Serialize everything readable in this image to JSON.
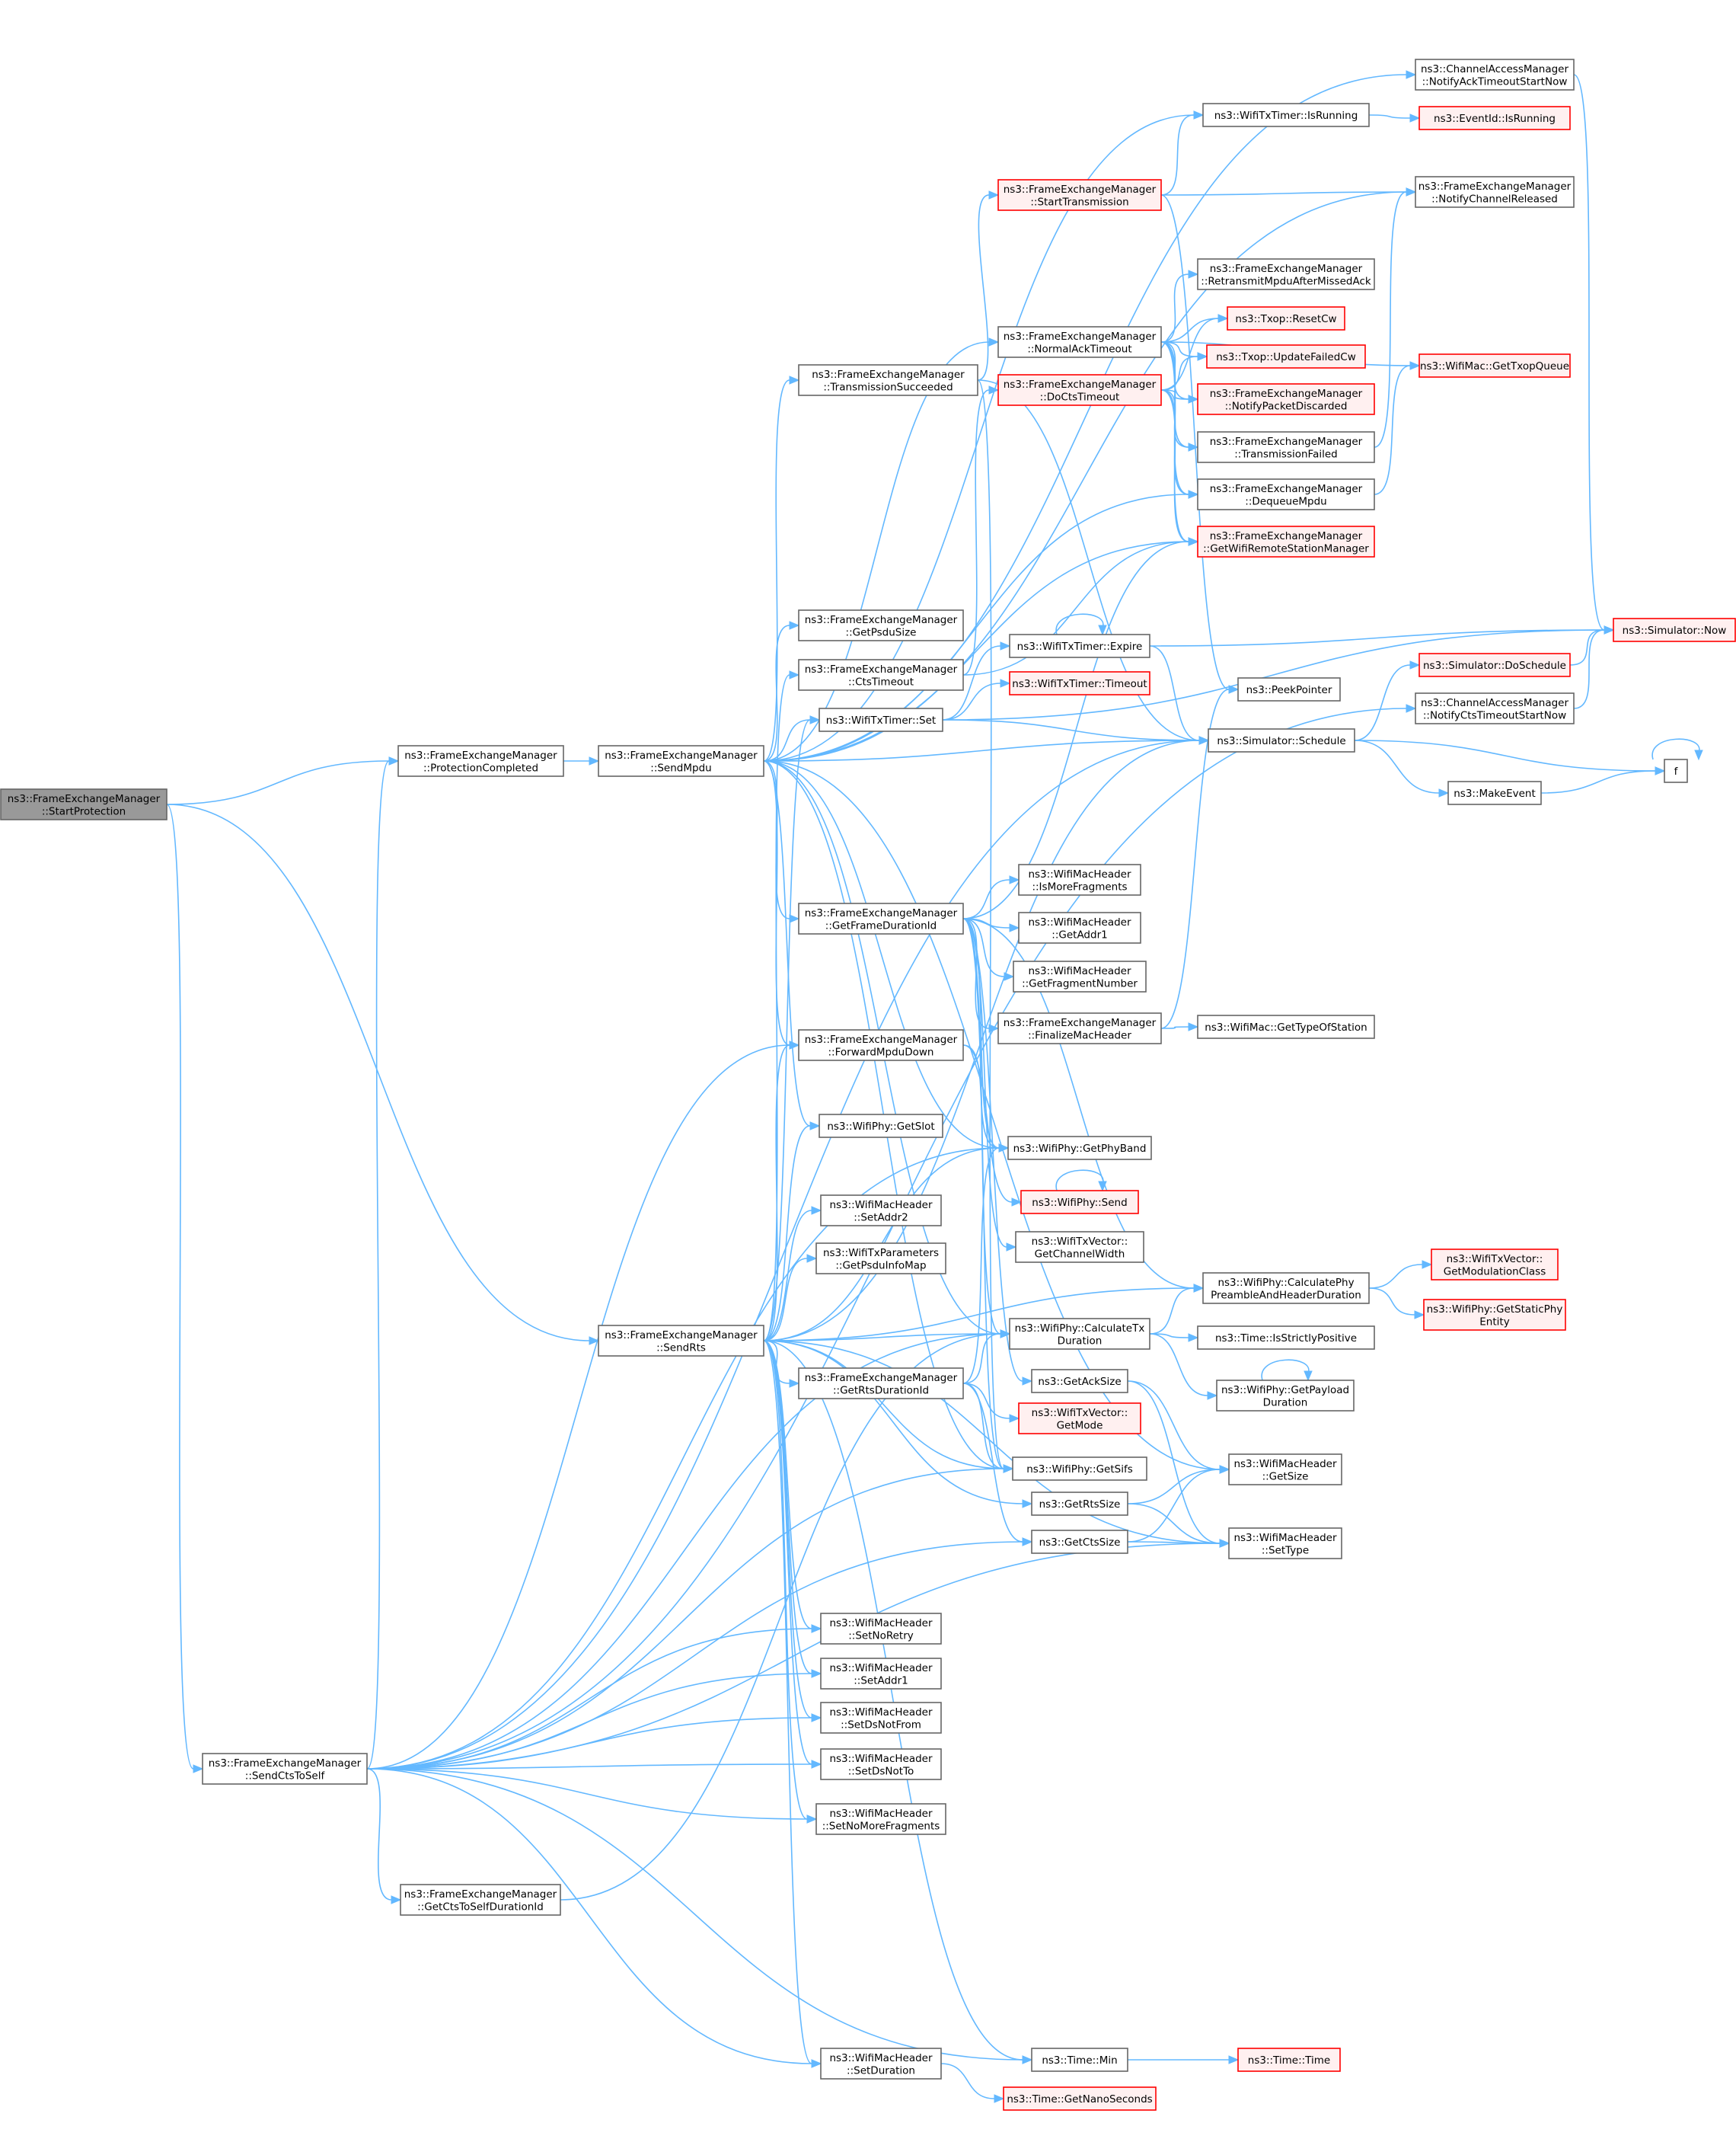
{
  "colors": {
    "edge": "#63b8ff",
    "node_fill": "#ffffff",
    "node_stroke": "#666666",
    "focus_fill": "#999999",
    "focus_stroke": "#666666",
    "red_fill": "#fff0f0",
    "red_stroke": "#ff0000"
  },
  "nodes": [
    {
      "id": "start_protection",
      "lines": [
        "ns3::FrameExchangeManager",
        "::StartProtection"
      ],
      "style": "focus"
    },
    {
      "id": "protection_completed",
      "lines": [
        "ns3::FrameExchangeManager",
        "::ProtectionCompleted"
      ],
      "style": "normal"
    },
    {
      "id": "send_mpdu",
      "lines": [
        "ns3::FrameExchangeManager",
        "::SendMpdu"
      ],
      "style": "normal"
    },
    {
      "id": "send_rts",
      "lines": [
        "ns3::FrameExchangeManager",
        "::SendRts"
      ],
      "style": "normal"
    },
    {
      "id": "send_cts_to_self",
      "lines": [
        "ns3::FrameExchangeManager",
        "::SendCtsToSelf"
      ],
      "style": "normal"
    },
    {
      "id": "transmission_succeeded",
      "lines": [
        "ns3::FrameExchangeManager",
        "::TransmissionSucceeded"
      ],
      "style": "normal"
    },
    {
      "id": "get_psdu_size",
      "lines": [
        "ns3::FrameExchangeManager",
        "::GetPsduSize"
      ],
      "style": "normal"
    },
    {
      "id": "cts_timeout",
      "lines": [
        "ns3::FrameExchangeManager",
        "::CtsTimeout"
      ],
      "style": "normal"
    },
    {
      "id": "wifi_tx_timer_set",
      "lines": [
        "ns3::WifiTxTimer::Set"
      ],
      "style": "normal"
    },
    {
      "id": "get_frame_duration_id",
      "lines": [
        "ns3::FrameExchangeManager",
        "::GetFrameDurationId"
      ],
      "style": "normal"
    },
    {
      "id": "forward_mpdu_down",
      "lines": [
        "ns3::FrameExchangeManager",
        "::ForwardMpduDown"
      ],
      "style": "normal"
    },
    {
      "id": "get_slot",
      "lines": [
        "ns3::WifiPhy::GetSlot"
      ],
      "style": "normal"
    },
    {
      "id": "set_addr2",
      "lines": [
        "ns3::WifiMacHeader",
        "::SetAddr2"
      ],
      "style": "normal"
    },
    {
      "id": "get_psdu_info_map",
      "lines": [
        "ns3::WifiTxParameters",
        "::GetPsduInfoMap"
      ],
      "style": "normal"
    },
    {
      "id": "get_rts_duration_id",
      "lines": [
        "ns3::FrameExchangeManager",
        "::GetRtsDurationId"
      ],
      "style": "normal"
    },
    {
      "id": "set_no_retry",
      "lines": [
        "ns3::WifiMacHeader",
        "::SetNoRetry"
      ],
      "style": "normal"
    },
    {
      "id": "set_addr1",
      "lines": [
        "ns3::WifiMacHeader",
        "::SetAddr1"
      ],
      "style": "normal"
    },
    {
      "id": "set_ds_not_from",
      "lines": [
        "ns3::WifiMacHeader",
        "::SetDsNotFrom"
      ],
      "style": "normal"
    },
    {
      "id": "set_ds_not_to",
      "lines": [
        "ns3::WifiMacHeader",
        "::SetDsNotTo"
      ],
      "style": "normal"
    },
    {
      "id": "set_no_more_fragments",
      "lines": [
        "ns3::WifiMacHeader",
        "::SetNoMoreFragments"
      ],
      "style": "normal"
    },
    {
      "id": "get_cts_to_self_duration_id",
      "lines": [
        "ns3::FrameExchangeManager",
        "::GetCtsToSelfDurationId"
      ],
      "style": "normal"
    },
    {
      "id": "set_duration",
      "lines": [
        "ns3::WifiMacHeader",
        "::SetDuration"
      ],
      "style": "normal"
    },
    {
      "id": "start_transmission",
      "lines": [
        "ns3::FrameExchangeManager",
        "::StartTransmission"
      ],
      "style": "red"
    },
    {
      "id": "normal_ack_timeout",
      "lines": [
        "ns3::FrameExchangeManager",
        "::NormalAckTimeout"
      ],
      "style": "normal"
    },
    {
      "id": "do_cts_timeout",
      "lines": [
        "ns3::FrameExchangeManager",
        "::DoCtsTimeout"
      ],
      "style": "red"
    },
    {
      "id": "wifi_tx_timer_expire",
      "lines": [
        "ns3::WifiTxTimer::Expire"
      ],
      "style": "normal"
    },
    {
      "id": "wifi_tx_timer_timeout",
      "lines": [
        "ns3::WifiTxTimer::Timeout"
      ],
      "style": "red"
    },
    {
      "id": "is_more_fragments",
      "lines": [
        "ns3::WifiMacHeader",
        "::IsMoreFragments"
      ],
      "style": "normal"
    },
    {
      "id": "get_addr1",
      "lines": [
        "ns3::WifiMacHeader",
        "::GetAddr1"
      ],
      "style": "normal"
    },
    {
      "id": "get_fragment_number",
      "lines": [
        "ns3::WifiMacHeader",
        "::GetFragmentNumber"
      ],
      "style": "normal"
    },
    {
      "id": "finalize_mac_header",
      "lines": [
        "ns3::FrameExchangeManager",
        "::FinalizeMacHeader"
      ],
      "style": "normal"
    },
    {
      "id": "get_phy_band",
      "lines": [
        "ns3::WifiPhy::GetPhyBand"
      ],
      "style": "normal"
    },
    {
      "id": "wifi_phy_send",
      "lines": [
        "ns3::WifiPhy::Send"
      ],
      "style": "red"
    },
    {
      "id": "get_channel_width",
      "lines": [
        "ns3::WifiTxVector::",
        "GetChannelWidth"
      ],
      "style": "normal"
    },
    {
      "id": "calculate_tx_duration",
      "lines": [
        "ns3::WifiPhy::CalculateTx",
        "Duration"
      ],
      "style": "normal"
    },
    {
      "id": "get_ack_size",
      "lines": [
        "ns3::GetAckSize"
      ],
      "style": "normal"
    },
    {
      "id": "get_mode",
      "lines": [
        "ns3::WifiTxVector::",
        "GetMode"
      ],
      "style": "red"
    },
    {
      "id": "get_sifs",
      "lines": [
        "ns3::WifiPhy::GetSifs"
      ],
      "style": "normal"
    },
    {
      "id": "get_rts_size",
      "lines": [
        "ns3::GetRtsSize"
      ],
      "style": "normal"
    },
    {
      "id": "get_cts_size",
      "lines": [
        "ns3::GetCtsSize"
      ],
      "style": "normal"
    },
    {
      "id": "time_min",
      "lines": [
        "ns3::Time::Min"
      ],
      "style": "normal"
    },
    {
      "id": "get_nano_seconds",
      "lines": [
        "ns3::Time::GetNanoSeconds"
      ],
      "style": "red"
    },
    {
      "id": "notify_ack_timeout_start_now",
      "lines": [
        "ns3::ChannelAccessManager",
        "::NotifyAckTimeoutStartNow"
      ],
      "style": "normal"
    },
    {
      "id": "tx_timer_is_running",
      "lines": [
        "ns3::WifiTxTimer::IsRunning"
      ],
      "style": "normal"
    },
    {
      "id": "notify_channel_released",
      "lines": [
        "ns3::FrameExchangeManager",
        "::NotifyChannelReleased"
      ],
      "style": "normal"
    },
    {
      "id": "retransmit_mpdu",
      "lines": [
        "ns3::FrameExchangeManager",
        "::RetransmitMpduAfterMissedAck"
      ],
      "style": "normal"
    },
    {
      "id": "txop_reset_cw",
      "lines": [
        "ns3::Txop::ResetCw"
      ],
      "style": "red"
    },
    {
      "id": "txop_update_failed_cw",
      "lines": [
        "ns3::Txop::UpdateFailedCw"
      ],
      "style": "red"
    },
    {
      "id": "notify_packet_discarded",
      "lines": [
        "ns3::FrameExchangeManager",
        "::NotifyPacketDiscarded"
      ],
      "style": "red"
    },
    {
      "id": "transmission_failed",
      "lines": [
        "ns3::FrameExchangeManager",
        "::TransmissionFailed"
      ],
      "style": "normal"
    },
    {
      "id": "dequeue_mpdu",
      "lines": [
        "ns3::FrameExchangeManager",
        "::DequeueMpdu"
      ],
      "style": "normal"
    },
    {
      "id": "get_remote_station_manager",
      "lines": [
        "ns3::FrameExchangeManager",
        "::GetWifiRemoteStationManager"
      ],
      "style": "red"
    },
    {
      "id": "peek_pointer",
      "lines": [
        "ns3::PeekPointer"
      ],
      "style": "normal"
    },
    {
      "id": "simulator_schedule",
      "lines": [
        "ns3::Simulator::Schedule"
      ],
      "style": "normal"
    },
    {
      "id": "get_type_of_station",
      "lines": [
        "ns3::WifiMac::GetTypeOfStation"
      ],
      "style": "normal"
    },
    {
      "id": "calc_preamble_header",
      "lines": [
        "ns3::WifiPhy::CalculatePhy",
        "PreambleAndHeaderDuration"
      ],
      "style": "normal"
    },
    {
      "id": "time_is_strictly_positive",
      "lines": [
        "ns3::Time::IsStrictlyPositive"
      ],
      "style": "normal"
    },
    {
      "id": "get_payload_duration",
      "lines": [
        "ns3::WifiPhy::GetPayload",
        "Duration"
      ],
      "style": "normal"
    },
    {
      "id": "header_get_size",
      "lines": [
        "ns3::WifiMacHeader",
        "::GetSize"
      ],
      "style": "normal"
    },
    {
      "id": "header_set_type",
      "lines": [
        "ns3::WifiMacHeader",
        "::SetType"
      ],
      "style": "normal"
    },
    {
      "id": "time_time",
      "lines": [
        "ns3::Time::Time"
      ],
      "style": "red"
    },
    {
      "id": "event_id_is_running",
      "lines": [
        "ns3::EventId::IsRunning"
      ],
      "style": "red"
    },
    {
      "id": "get_txop_queue",
      "lines": [
        "ns3::WifiMac::GetTxopQueue"
      ],
      "style": "red"
    },
    {
      "id": "simulator_do_schedule",
      "lines": [
        "ns3::Simulator::DoSchedule"
      ],
      "style": "red"
    },
    {
      "id": "notify_cts_timeout_start_now",
      "lines": [
        "ns3::ChannelAccessManager",
        "::NotifyCtsTimeoutStartNow"
      ],
      "style": "normal"
    },
    {
      "id": "make_event",
      "lines": [
        "ns3::MakeEvent"
      ],
      "style": "normal"
    },
    {
      "id": "get_modulation_class",
      "lines": [
        "ns3::WifiTxVector::",
        "GetModulationClass"
      ],
      "style": "red"
    },
    {
      "id": "get_static_phy_entity",
      "lines": [
        "ns3::WifiPhy::GetStaticPhy",
        "Entity"
      ],
      "style": "red"
    },
    {
      "id": "simulator_now",
      "lines": [
        "ns3::Simulator::Now"
      ],
      "style": "red"
    },
    {
      "id": "f",
      "lines": [
        "f"
      ],
      "style": "normal"
    }
  ],
  "edges": [
    [
      "start_protection",
      "protection_completed"
    ],
    [
      "start_protection",
      "send_rts"
    ],
    [
      "start_protection",
      "send_cts_to_self"
    ],
    [
      "protection_completed",
      "send_mpdu"
    ],
    [
      "send_mpdu",
      "notify_ack_timeout_start_now"
    ],
    [
      "send_mpdu",
      "tx_timer_is_running"
    ],
    [
      "send_mpdu",
      "notify_channel_released"
    ],
    [
      "send_mpdu",
      "normal_ack_timeout"
    ],
    [
      "send_mpdu",
      "transmission_succeeded"
    ],
    [
      "send_mpdu",
      "dequeue_mpdu"
    ],
    [
      "send_mpdu",
      "get_remote_station_manager"
    ],
    [
      "send_mpdu",
      "get_psdu_size"
    ],
    [
      "send_mpdu",
      "wifi_tx_timer_set"
    ],
    [
      "send_mpdu",
      "simulator_schedule"
    ],
    [
      "send_mpdu",
      "get_frame_duration_id"
    ],
    [
      "send_mpdu",
      "forward_mpdu_down"
    ],
    [
      "send_mpdu",
      "get_slot"
    ],
    [
      "send_mpdu",
      "get_phy_band"
    ],
    [
      "send_mpdu",
      "calculate_tx_duration"
    ],
    [
      "send_mpdu",
      "get_sifs"
    ],
    [
      "send_mpdu",
      "header_get_size"
    ],
    [
      "send_rts",
      "wifi_tx_timer_set"
    ],
    [
      "send_rts",
      "simulator_schedule"
    ],
    [
      "send_rts",
      "cts_timeout"
    ],
    [
      "send_rts",
      "forward_mpdu_down"
    ],
    [
      "send_rts",
      "get_slot"
    ],
    [
      "send_rts",
      "set_addr2"
    ],
    [
      "send_rts",
      "get_psdu_info_map"
    ],
    [
      "send_rts",
      "calc_preamble_header"
    ],
    [
      "send_rts",
      "calculate_tx_duration"
    ],
    [
      "send_rts",
      "get_rts_duration_id"
    ],
    [
      "send_rts",
      "get_sifs"
    ],
    [
      "send_rts",
      "get_rts_size"
    ],
    [
      "send_rts",
      "header_set_type"
    ],
    [
      "send_rts",
      "set_no_retry"
    ],
    [
      "send_rts",
      "set_addr1"
    ],
    [
      "send_rts",
      "set_ds_not_from"
    ],
    [
      "send_rts",
      "set_ds_not_to"
    ],
    [
      "send_rts",
      "set_no_more_fragments"
    ],
    [
      "send_rts",
      "set_duration"
    ],
    [
      "send_rts",
      "time_min"
    ],
    [
      "send_rts",
      "get_phy_band"
    ],
    [
      "send_cts_to_self",
      "protection_completed"
    ],
    [
      "send_cts_to_self",
      "simulator_schedule"
    ],
    [
      "send_cts_to_self",
      "notify_cts_timeout_start_now"
    ],
    [
      "send_cts_to_self",
      "forward_mpdu_down"
    ],
    [
      "send_cts_to_self",
      "get_phy_band"
    ],
    [
      "send_cts_to_self",
      "set_no_retry"
    ],
    [
      "send_cts_to_self",
      "set_addr1"
    ],
    [
      "send_cts_to_self",
      "set_ds_not_from"
    ],
    [
      "send_cts_to_self",
      "set_ds_not_to"
    ],
    [
      "send_cts_to_self",
      "set_no_more_fragments"
    ],
    [
      "send_cts_to_self",
      "get_cts_to_self_duration_id"
    ],
    [
      "send_cts_to_self",
      "set_duration"
    ],
    [
      "send_cts_to_self",
      "time_min"
    ],
    [
      "send_cts_to_self",
      "calculate_tx_duration"
    ],
    [
      "send_cts_to_self",
      "get_sifs"
    ],
    [
      "send_cts_to_self",
      "get_cts_size"
    ],
    [
      "send_cts_to_self",
      "header_set_type"
    ],
    [
      "transmission_succeeded",
      "start_transmission"
    ],
    [
      "transmission_succeeded",
      "simulator_schedule"
    ],
    [
      "transmission_succeeded",
      "get_sifs"
    ],
    [
      "start_transmission",
      "tx_timer_is_running"
    ],
    [
      "start_transmission",
      "notify_channel_released"
    ],
    [
      "start_transmission",
      "peek_pointer"
    ],
    [
      "normal_ack_timeout",
      "retransmit_mpdu"
    ],
    [
      "normal_ack_timeout",
      "txop_reset_cw"
    ],
    [
      "normal_ack_timeout",
      "txop_update_failed_cw"
    ],
    [
      "normal_ack_timeout",
      "notify_packet_discarded"
    ],
    [
      "normal_ack_timeout",
      "transmission_failed"
    ],
    [
      "normal_ack_timeout",
      "dequeue_mpdu"
    ],
    [
      "normal_ack_timeout",
      "get_remote_station_manager"
    ],
    [
      "normal_ack_timeout",
      "get_txop_queue"
    ],
    [
      "do_cts_timeout",
      "txop_reset_cw"
    ],
    [
      "do_cts_timeout",
      "txop_update_failed_cw"
    ],
    [
      "do_cts_timeout",
      "notify_packet_discarded"
    ],
    [
      "do_cts_timeout",
      "transmission_failed"
    ],
    [
      "do_cts_timeout",
      "dequeue_mpdu"
    ],
    [
      "do_cts_timeout",
      "get_remote_station_manager"
    ],
    [
      "transmission_failed",
      "notify_channel_released"
    ],
    [
      "dequeue_mpdu",
      "get_txop_queue"
    ],
    [
      "cts_timeout",
      "do_cts_timeout"
    ],
    [
      "cts_timeout",
      "get_remote_station_manager"
    ],
    [
      "wifi_tx_timer_set",
      "wifi_tx_timer_expire"
    ],
    [
      "wifi_tx_timer_set",
      "wifi_tx_timer_timeout"
    ],
    [
      "wifi_tx_timer_set",
      "simulator_schedule"
    ],
    [
      "wifi_tx_timer_set",
      "simulator_now"
    ],
    [
      "wifi_tx_timer_expire",
      "wifi_tx_timer_expire"
    ],
    [
      "wifi_tx_timer_expire",
      "simulator_now"
    ],
    [
      "wifi_tx_timer_expire",
      "simulator_schedule"
    ],
    [
      "tx_timer_is_running",
      "event_id_is_running"
    ],
    [
      "notify_ack_timeout_start_now",
      "simulator_now"
    ],
    [
      "notify_cts_timeout_start_now",
      "simulator_now"
    ],
    [
      "simulator_schedule",
      "simulator_do_schedule"
    ],
    [
      "simulator_schedule",
      "make_event"
    ],
    [
      "simulator_schedule",
      "f"
    ],
    [
      "simulator_do_schedule",
      "simulator_now"
    ],
    [
      "make_event",
      "f"
    ],
    [
      "f",
      "f"
    ],
    [
      "get_frame_duration_id",
      "is_more_fragments"
    ],
    [
      "get_frame_duration_id",
      "get_addr1"
    ],
    [
      "get_frame_duration_id",
      "get_fragment_number"
    ],
    [
      "get_frame_duration_id",
      "finalize_mac_header"
    ],
    [
      "get_frame_duration_id",
      "get_phy_band"
    ],
    [
      "get_frame_duration_id",
      "calc_preamble_header"
    ],
    [
      "get_frame_duration_id",
      "calculate_tx_duration"
    ],
    [
      "get_frame_duration_id",
      "get_ack_size"
    ],
    [
      "get_frame_duration_id",
      "get_sifs"
    ],
    [
      "get_frame_duration_id",
      "get_channel_width"
    ],
    [
      "get_frame_duration_id",
      "get_remote_station_manager"
    ],
    [
      "finalize_mac_header",
      "get_type_of_station"
    ],
    [
      "finalize_mac_header",
      "peek_pointer"
    ],
    [
      "forward_mpdu_down",
      "get_phy_band"
    ],
    [
      "forward_mpdu_down",
      "wifi_phy_send"
    ],
    [
      "wifi_phy_send",
      "wifi_phy_send"
    ],
    [
      "get_rts_duration_id",
      "calculate_tx_duration"
    ],
    [
      "get_rts_duration_id",
      "get_mode"
    ],
    [
      "get_rts_duration_id",
      "get_sifs"
    ],
    [
      "get_rts_duration_id",
      "get_cts_size"
    ],
    [
      "get_rts_duration_id",
      "get_phy_band"
    ],
    [
      "get_cts_to_self_duration_id",
      "calculate_tx_duration"
    ],
    [
      "calculate_tx_duration",
      "calc_preamble_header"
    ],
    [
      "calculate_tx_duration",
      "time_is_strictly_positive"
    ],
    [
      "calculate_tx_duration",
      "get_payload_duration"
    ],
    [
      "get_payload_duration",
      "get_payload_duration"
    ],
    [
      "calc_preamble_header",
      "get_modulation_class"
    ],
    [
      "calc_preamble_header",
      "get_static_phy_entity"
    ],
    [
      "get_ack_size",
      "header_get_size"
    ],
    [
      "get_ack_size",
      "header_set_type"
    ],
    [
      "get_rts_size",
      "header_get_size"
    ],
    [
      "get_rts_size",
      "header_set_type"
    ],
    [
      "get_cts_size",
      "header_get_size"
    ],
    [
      "get_cts_size",
      "header_set_type"
    ],
    [
      "set_duration",
      "get_nano_seconds"
    ],
    [
      "time_min",
      "time_time"
    ]
  ]
}
